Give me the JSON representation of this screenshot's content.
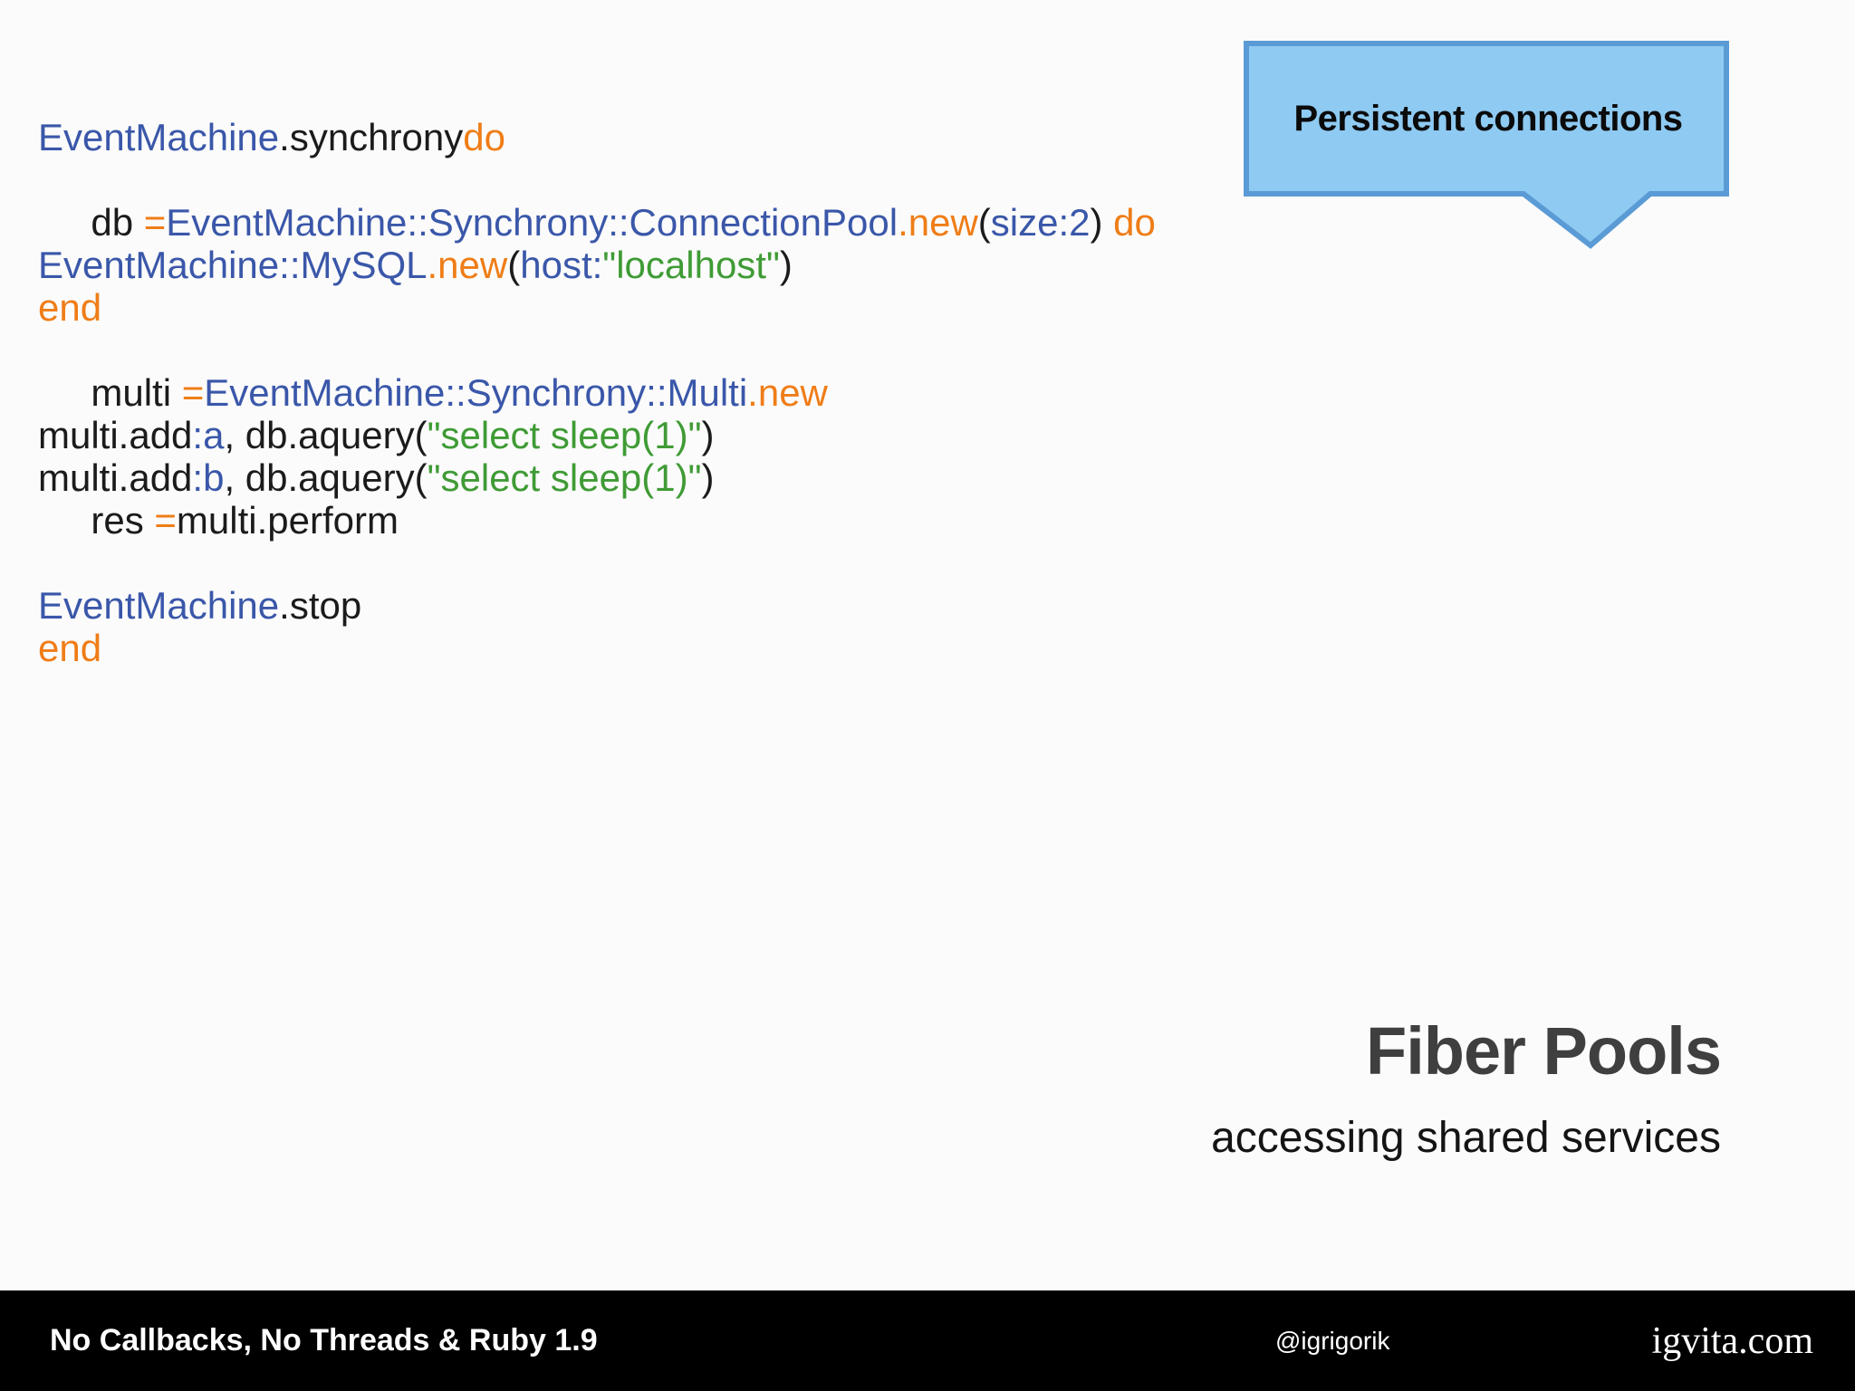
{
  "callout": {
    "label": "Persistent connections",
    "fill_color": "#8ecaf2",
    "border_color": "#5b9bd5"
  },
  "code": {
    "language": "ruby",
    "colors": {
      "plain": "#1b1b1b",
      "constant": "#3a57a9",
      "keyword": "#ef7d17",
      "string": "#3f9b35"
    },
    "lines": [
      [
        [
          "const",
          "EventMachine"
        ],
        [
          "plain",
          ".synchrony"
        ],
        [
          "kw",
          "do"
        ]
      ],
      [],
      [
        [
          "plain",
          "     db "
        ],
        [
          "kw",
          "="
        ],
        [
          "const",
          "EventMachine::Synchrony::ConnectionPool"
        ],
        [
          "kw",
          ".new"
        ],
        [
          "plain",
          "("
        ],
        [
          "const",
          "size:2"
        ],
        [
          "plain",
          ") "
        ],
        [
          "kw",
          "do"
        ]
      ],
      [
        [
          "const",
          "EventMachine::MySQL"
        ],
        [
          "kw",
          ".new"
        ],
        [
          "plain",
          "("
        ],
        [
          "const",
          "host:"
        ],
        [
          "str",
          "\"localhost\""
        ],
        [
          "plain",
          ")"
        ]
      ],
      [
        [
          "kw",
          "end"
        ]
      ],
      [],
      [
        [
          "plain",
          "     multi "
        ],
        [
          "kw",
          "="
        ],
        [
          "const",
          "EventMachine::Synchrony::Multi"
        ],
        [
          "kw",
          ".new"
        ]
      ],
      [
        [
          "plain",
          "multi.add"
        ],
        [
          "const",
          ":a"
        ],
        [
          "plain",
          ", db.aquery("
        ],
        [
          "str",
          "\"select sleep(1)\""
        ],
        [
          "plain",
          ")"
        ]
      ],
      [
        [
          "plain",
          "multi.add"
        ],
        [
          "const",
          ":b"
        ],
        [
          "plain",
          ", db.aquery("
        ],
        [
          "str",
          "\"select sleep(1)\""
        ],
        [
          "plain",
          ")"
        ]
      ],
      [
        [
          "plain",
          "     res "
        ],
        [
          "kw",
          "="
        ],
        [
          "plain",
          "multi.perform"
        ]
      ],
      [],
      [
        [
          "const",
          "EventMachine"
        ],
        [
          "plain",
          ".stop"
        ]
      ],
      [
        [
          "kw",
          "end"
        ]
      ]
    ]
  },
  "title": "Fiber Pools",
  "subtitle": "accessing shared services",
  "footer": {
    "left": "No Callbacks, No Threads & Ruby 1.9",
    "handle": "@igrigorik",
    "site": "igvita.com",
    "background": "#000000"
  }
}
